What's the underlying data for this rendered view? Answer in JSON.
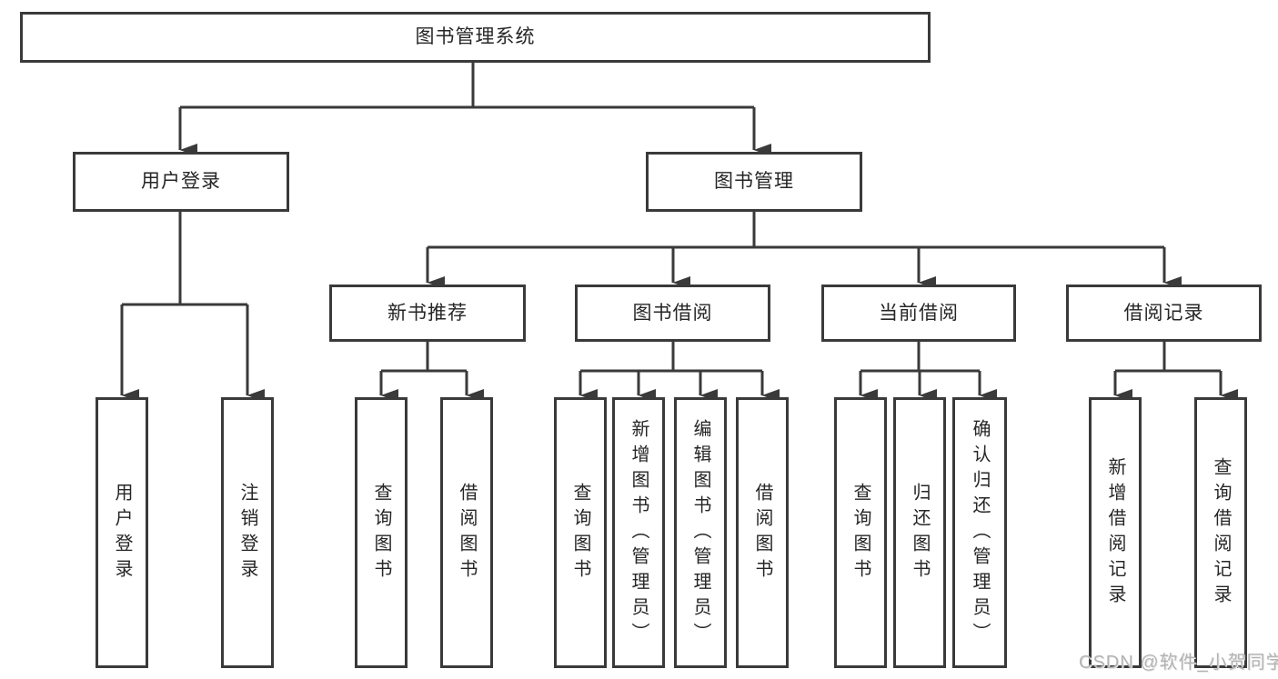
{
  "diagram": {
    "title": "图书管理系统",
    "nodes": {
      "root": "图书管理系统",
      "user_login": "用户登录",
      "book_mgmt": "图书管理",
      "new_book_rec": "新书推荐",
      "book_borrow": "图书借阅",
      "current_borrow": "当前借阅",
      "borrow_record": "借阅记录",
      "leaf_login": "用户登录",
      "leaf_logout": "注销登录",
      "leaf_query_book_1": "查询图书",
      "leaf_borrow_book_1": "借阅图书",
      "leaf_query_book_2": "查询图书",
      "leaf_add_book": "新增图书（管理员）",
      "leaf_edit_book": "编辑图书（管理员）",
      "leaf_borrow_book_2": "借阅图书",
      "leaf_query_book_3": "查询图书",
      "leaf_return_book": "归还图书",
      "leaf_confirm_return": "确认归还（管理员）",
      "leaf_add_record": "新增借阅记录",
      "leaf_query_record": "查询借阅记录"
    },
    "edges": [
      "图书管理系统→用户登录",
      "图书管理系统→图书管理",
      "用户登录→用户登录",
      "用户登录→注销登录",
      "图书管理→新书推荐",
      "图书管理→图书借阅",
      "图书管理→当前借阅",
      "图书管理→借阅记录",
      "新书推荐→查询图书",
      "新书推荐→借阅图书",
      "图书借阅→查询图书",
      "图书借阅→新增图书（管理员）",
      "图书借阅→编辑图书（管理员）",
      "图书借阅→借阅图书",
      "当前借阅→查询图书",
      "当前借阅→归还图书",
      "当前借阅→确认归还（管理员）",
      "借阅记录→新增借阅记录",
      "借阅记录→查询借阅记录"
    ],
    "colors": {
      "line": "#3a3a3a",
      "box_border": "#3a3a3a",
      "box_fill": "#ffffff",
      "text": "#262626",
      "watermark": "#b3b3b3"
    },
    "watermark": "CSDN @软件_小贺同学"
  }
}
